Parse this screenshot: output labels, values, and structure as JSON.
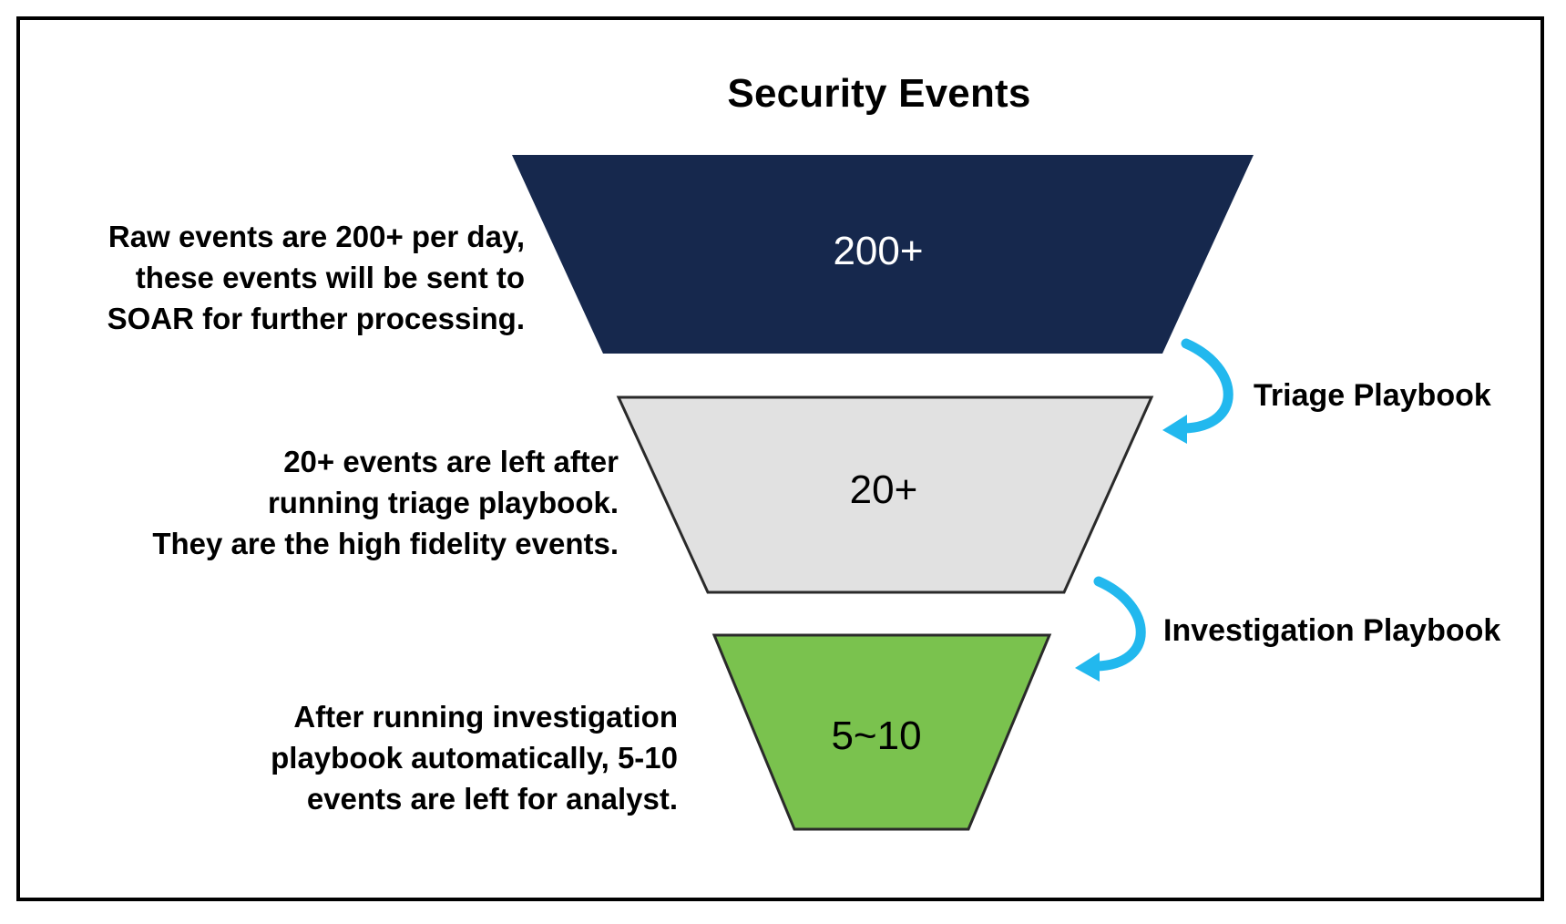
{
  "title": "Security Events",
  "stages": [
    {
      "value": "200+",
      "fill": "#16284d",
      "text_color": "#ffffff",
      "description": [
        "Raw events are 200+ per day,",
        "these events will be sent to",
        "SOAR for further processing."
      ]
    },
    {
      "value": "20+",
      "fill": "#e1e1e1",
      "text_color": "#000000",
      "description": [
        "20+ events are left after",
        "running triage playbook.",
        "They are the high fidelity events."
      ]
    },
    {
      "value": "5~10",
      "fill": "#7ac24e",
      "text_color": "#000000",
      "description": [
        "After running investigation",
        "playbook automatically, 5-10",
        "events are left for analyst."
      ]
    }
  ],
  "transitions": [
    {
      "label": "Triage Playbook"
    },
    {
      "label": "Investigation Playbook"
    }
  ],
  "colors": {
    "arrow": "#22b8ee",
    "outline": "#2a2a2a",
    "frame": "#000000"
  }
}
